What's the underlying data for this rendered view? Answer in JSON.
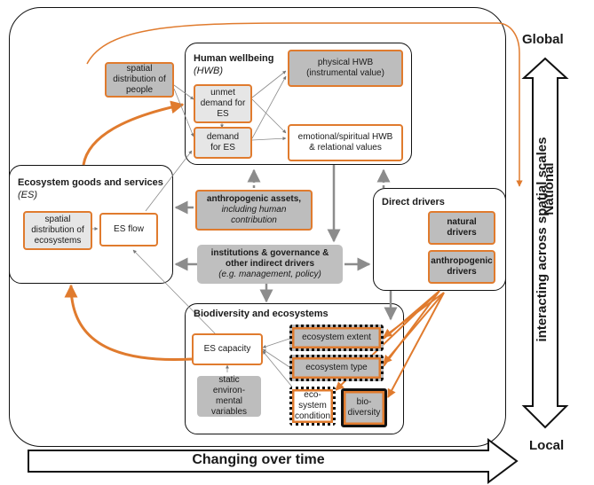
{
  "scale": {
    "global": "Global",
    "national": "National",
    "local": "Local",
    "vertical_axis": "interacting across spatial scales",
    "horizontal_axis": "Changing over time"
  },
  "human_wellbeing": {
    "title": "Human wellbeing",
    "abbr": "(HWB)",
    "unmet_demand": "unmet demand for ES",
    "demand": "demand for ES",
    "physical": "physical HWB (instrumental value)",
    "emotional": "emotional/spiritual HWB & relational values"
  },
  "spatial_people": "spatial distribution of people",
  "ecosystem_services": {
    "title": "Ecosystem goods and services",
    "abbr": "(ES)",
    "spatial_ecosystems": "spatial distribution of ecosystems",
    "flow": "ES flow"
  },
  "anthropogenic_assets": {
    "title": "anthropogenic assets,",
    "subtitle": "including human contribution"
  },
  "institutions": {
    "title": "institutions & governance & other indirect drivers",
    "subtitle": "(e.g. management, policy)"
  },
  "direct_drivers": {
    "title": "Direct drivers",
    "natural": "natural drivers",
    "anthropogenic": "anthropogenic drivers"
  },
  "biodiversity": {
    "title": "Biodiversity and ecosystems",
    "capacity": "ES capacity",
    "extent": "ecosystem extent",
    "type": "ecosystem type",
    "condition": "eco-system condition",
    "biodiversity": "bio-diversity",
    "static": "static environ-mental variables"
  },
  "colors": {
    "accent_orange": "#e07b2e",
    "gray_fill": "#bdbdbd",
    "light_fill": "#e6e6e6",
    "arrow_gray": "#8c8c8c"
  }
}
